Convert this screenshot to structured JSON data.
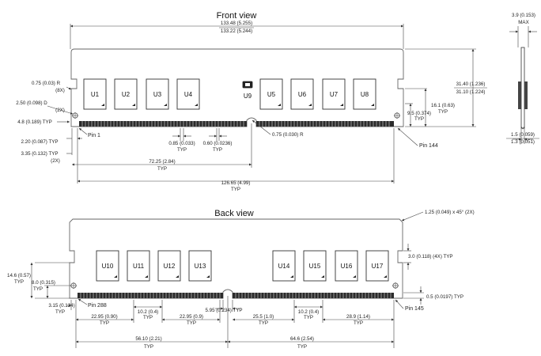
{
  "front": {
    "title": "Front view",
    "chips": [
      "U1",
      "U2",
      "U3",
      "U4",
      "U9",
      "U5",
      "U6",
      "U7",
      "U8"
    ],
    "dims": {
      "width_max": "133.48 (5.255)",
      "width_min": "133.22 (5.244)",
      "corner_r": "0.75 (0.03) R",
      "corner_r_qty": "(8X)",
      "hole_d": "2.50 (0.098) D",
      "hole_d_qty": "(2X)",
      "hole_offset": "4.8 (0.189) TYP",
      "pin_offset": "2.20 (0.087) TYP",
      "edge_offset": "3.35 (0.132) TYP",
      "edge_offset_qty": "(2X)",
      "pitch1": "0.85 (0.033)",
      "pitch1_typ": "TYP",
      "pitch2": "0.60 (0.0236)",
      "pitch2_typ": "TYP",
      "key_r": "0.75 (0.030) R",
      "key_dist": "72.25 (2.84)",
      "key_dist_typ": "TYP",
      "span": "126.65 (4.99)",
      "span_typ": "TYP",
      "height_max": "31.40 (1.236)",
      "height_min": "31.10 (1.224)",
      "hole_height": "16.1 (0.63)",
      "hole_height_typ": "TYP",
      "hole_side": "9.5 (0.374)",
      "hole_side_typ": "TYP"
    },
    "pin_first": "Pin 1",
    "pin_last": "Pin 144"
  },
  "side": {
    "thick_max": "3.9 (0.153)",
    "thick_max_label": "MAX",
    "pcb_max": "1.5 (0.059)",
    "pcb_min": "1.3 (0.051)"
  },
  "back": {
    "title": "Back view",
    "chips": [
      "U10",
      "U11",
      "U12",
      "U13",
      "U14",
      "U15",
      "U16",
      "U17"
    ],
    "dims": {
      "chamfer": "1.25 (0.049) x 45° (2X)",
      "notch_size": "3.0 (0.118) (4X) TYP",
      "notch_height": "14.6 (0.57)",
      "notch_height_typ": "TYP",
      "hole_h": "8.0 (0.315)",
      "hole_h_typ": "TYP",
      "edge_offset": "3.15 (0.124)",
      "edge_offset_typ": "TYP",
      "seg1": "22.95 (0.90)",
      "seg1_typ": "TYP",
      "seg2": "10.2 (0.4)",
      "seg2_typ": "TYP",
      "seg3": "22.95 (0.9)",
      "seg3_typ": "TYP",
      "key_gap": "5.95 (0.234) TYP",
      "seg4": "25.5 (1.0)",
      "seg4_typ": "TYP",
      "seg5": "10.2 (0.4)",
      "seg5_typ": "TYP",
      "seg6": "28.9 (1.14)",
      "seg6_typ": "TYP",
      "finger_h": "0.5 (0.0197) TYP",
      "left_span": "56.10 (2.21)",
      "left_span_typ": "TYP",
      "right_span": "64.6 (2.54)",
      "right_span_typ": "TYP"
    },
    "pin_first": "Pin 288",
    "pin_last": "Pin 145"
  }
}
